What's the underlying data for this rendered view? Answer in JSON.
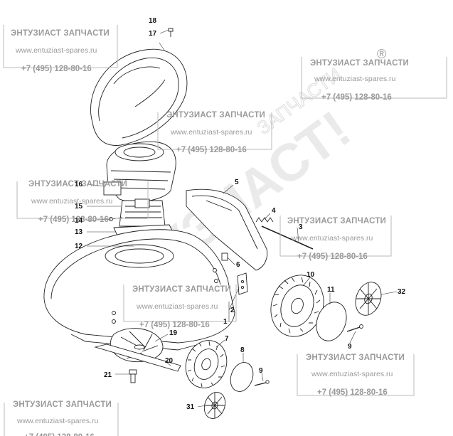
{
  "watermark": {
    "big_text": "ЭНТУЗИАСТ!",
    "sub_text": "ЗАПЧАСТИ",
    "registered": "®",
    "box_title": "ЭНТУЗИАСТ ЗАПЧАСТИ",
    "box_site": "www.entuziast-spares.ru",
    "box_phone": "+7 (495) 128-80-16"
  },
  "part_labels": [
    "18",
    "17",
    "16",
    "15",
    "14",
    "13",
    "12",
    "5",
    "4",
    "3",
    "6",
    "10",
    "11",
    "32",
    "2",
    "1",
    "19",
    "7",
    "8",
    "20",
    "9",
    "9",
    "21",
    "31"
  ]
}
